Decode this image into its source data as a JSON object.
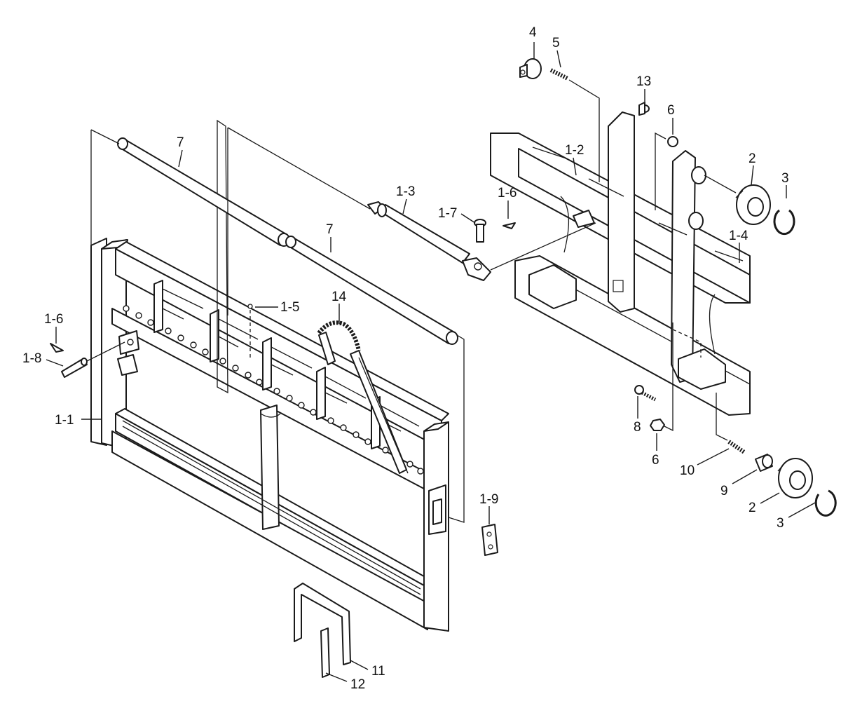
{
  "diagram": {
    "callouts": [
      {
        "id": "c4",
        "text": "4"
      },
      {
        "id": "c5",
        "text": "5"
      },
      {
        "id": "c13",
        "text": "13"
      },
      {
        "id": "c6a",
        "text": "6"
      },
      {
        "id": "c1_2",
        "text": "1-2"
      },
      {
        "id": "c2a",
        "text": "2"
      },
      {
        "id": "c3a",
        "text": "3"
      },
      {
        "id": "c7a",
        "text": "7"
      },
      {
        "id": "c1_3",
        "text": "1-3"
      },
      {
        "id": "c1_6a",
        "text": "1-6"
      },
      {
        "id": "c1_7",
        "text": "1-7"
      },
      {
        "id": "c7b",
        "text": "7"
      },
      {
        "id": "c1_4",
        "text": "1-4"
      },
      {
        "id": "c1_5",
        "text": "1-5"
      },
      {
        "id": "c14",
        "text": "14"
      },
      {
        "id": "c1_6b",
        "text": "1-6"
      },
      {
        "id": "c1_8",
        "text": "1-8"
      },
      {
        "id": "c1_1",
        "text": "1-1"
      },
      {
        "id": "c8",
        "text": "8"
      },
      {
        "id": "c6b",
        "text": "6"
      },
      {
        "id": "c10",
        "text": "10"
      },
      {
        "id": "c9",
        "text": "9"
      },
      {
        "id": "c2b",
        "text": "2"
      },
      {
        "id": "c3b",
        "text": "3"
      },
      {
        "id": "c1_9",
        "text": "1-9"
      },
      {
        "id": "c11",
        "text": "11"
      },
      {
        "id": "c12",
        "text": "12"
      }
    ]
  }
}
